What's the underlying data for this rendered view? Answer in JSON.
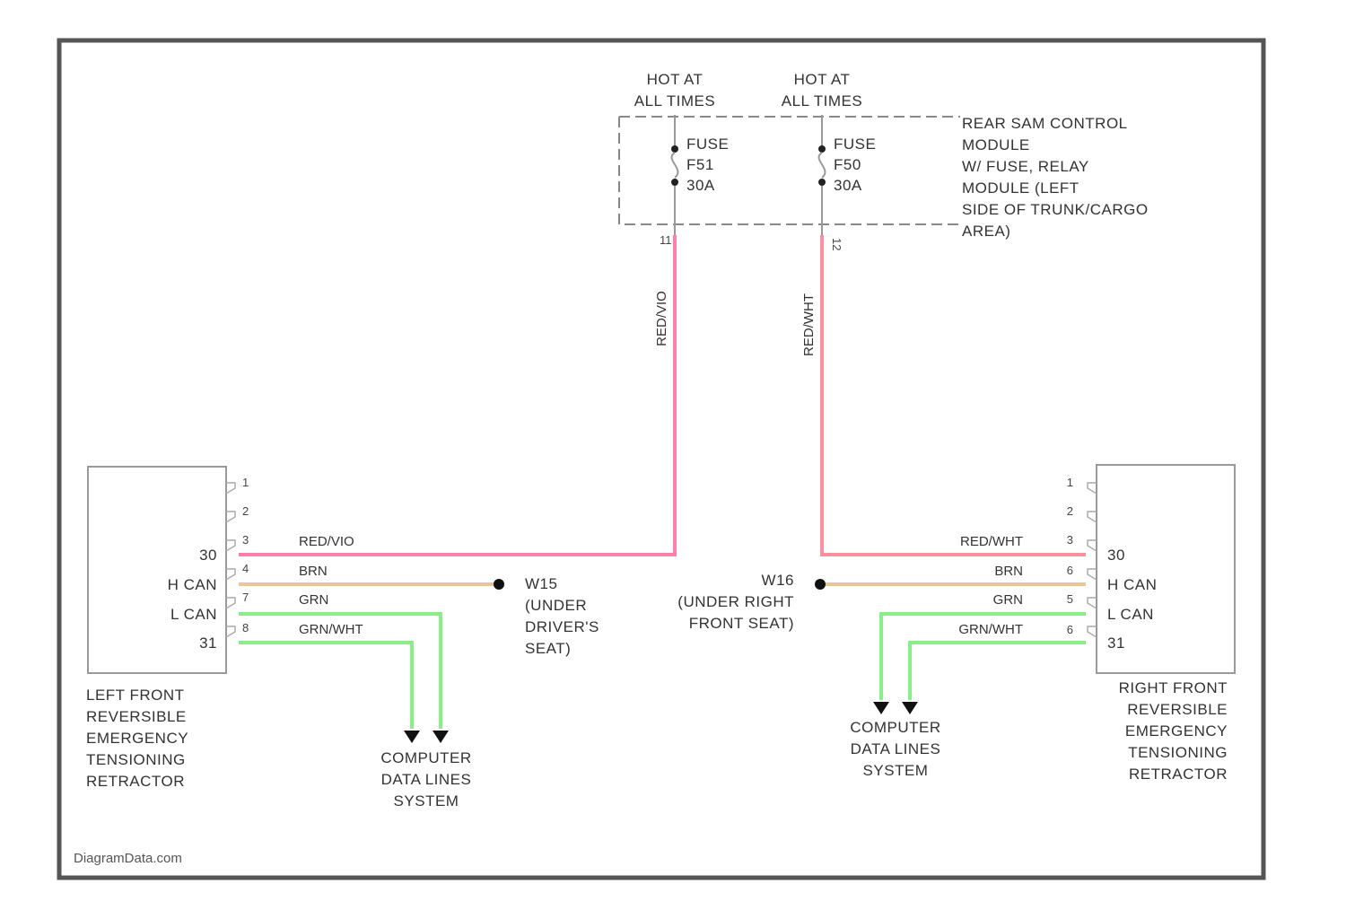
{
  "colors": {
    "border": "#555555",
    "red_wire": "#ff7fa8",
    "brown_wire": "#e6c79a",
    "green_wire": "#88ee88"
  },
  "power": {
    "left_hot_at": [
      "HOT AT",
      "ALL TIMES"
    ],
    "right_hot_at": [
      "HOT AT",
      "ALL TIMES"
    ],
    "left_fuse": [
      "FUSE",
      "F51",
      "30A"
    ],
    "right_fuse": [
      "FUSE",
      "F50",
      "30A"
    ],
    "left_pin": "11",
    "right_pin": "12",
    "left_wire_vertical": "RED/VIO",
    "right_wire_vertical": "RED/WHT",
    "module_label": [
      "REAR SAM CONTROL",
      "MODULE",
      "W/ FUSE, RELAY",
      "MODULE (LEFT",
      "SIDE OF TRUNK/CARGO",
      "AREA)"
    ]
  },
  "left_retractor": {
    "label": [
      "LEFT FRONT",
      "REVERSIBLE",
      "EMERGENCY",
      "TENSIONING",
      "RETRACTOR"
    ],
    "pins": [
      "1",
      "2",
      "3",
      "4",
      "7",
      "8"
    ],
    "terms": [
      "30",
      "H CAN",
      "L CAN",
      "31"
    ],
    "wires": [
      "RED/VIO",
      "BRN",
      "GRN",
      "GRN/WHT"
    ]
  },
  "right_retractor": {
    "label": [
      "RIGHT FRONT",
      "REVERSIBLE",
      "EMERGENCY",
      "TENSIONING",
      "RETRACTOR"
    ],
    "pins": [
      "1",
      "2",
      "3",
      "6",
      "5",
      "6"
    ],
    "terms": [
      "30",
      "H CAN",
      "L CAN",
      "31"
    ],
    "wires": [
      "RED/WHT",
      "BRN",
      "GRN",
      "GRN/WHT"
    ]
  },
  "grounds": {
    "left": [
      "W15",
      "(UNDER",
      "DRIVER'S",
      "SEAT)"
    ],
    "right": [
      "W16",
      "(UNDER RIGHT",
      "FRONT SEAT)"
    ]
  },
  "data_lines": {
    "left": [
      "COMPUTER",
      "DATA LINES",
      "SYSTEM"
    ],
    "right": [
      "COMPUTER",
      "DATA LINES",
      "SYSTEM"
    ]
  },
  "watermark": "DiagramData.com"
}
